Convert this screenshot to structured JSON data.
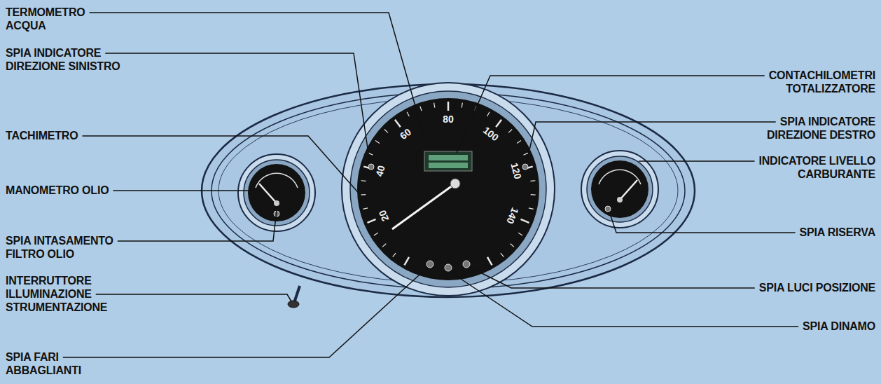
{
  "diagram": {
    "labels": [
      "TERMOMETRO ACQUA",
      "SPIA INDICATORE DIREZIONE SINISTRO",
      "TACHIMETRO",
      "MANOMETRO OLIO",
      "SPIA INTASAMENTO FILTRO OLIO",
      "INTERRUTTORE ILLUMINAZIONE STRUMENTAZIONE",
      "SPIA FARI ABBAGLIANTI",
      "CONTACHILOMETRI TOTALIZZATORE",
      "SPIA INDICATORE DIREZIONE DESTRO",
      "INDICATORE LIVELLO CARBURANTE",
      "SPIA RISERVA",
      "SPIA LUCI POSIZIONE",
      "SPIA DINAMO",
      "20",
      "40",
      "60",
      "80",
      "100",
      "120",
      "140"
    ]
  }
}
